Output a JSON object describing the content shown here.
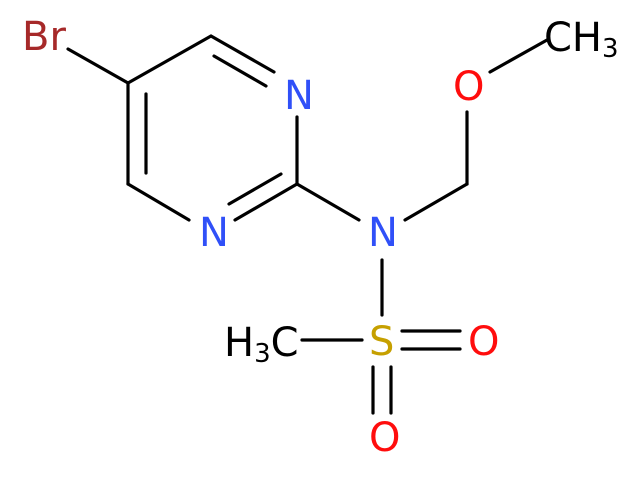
{
  "colors": {
    "bond": "#000000",
    "bromine": "#a62929",
    "nitrogen": "#3050f8",
    "oxygen": "#ff0d0d",
    "sulfur": "#c6a000",
    "carbon": "#000000"
  },
  "atoms": {
    "br": "Br",
    "n_ring_top": "N",
    "n_ring_bottom": "N",
    "n_amine": "N",
    "o_ether": "O",
    "ch3_ether_main": "CH",
    "ch3_ether_sub": "3",
    "ch3_sulfonyl_h": "H",
    "ch3_sulfonyl_sub": "3",
    "ch3_sulfonyl_c": "C",
    "s": "S",
    "o_sulfonyl_right": "O",
    "o_sulfonyl_bottom": "O"
  }
}
